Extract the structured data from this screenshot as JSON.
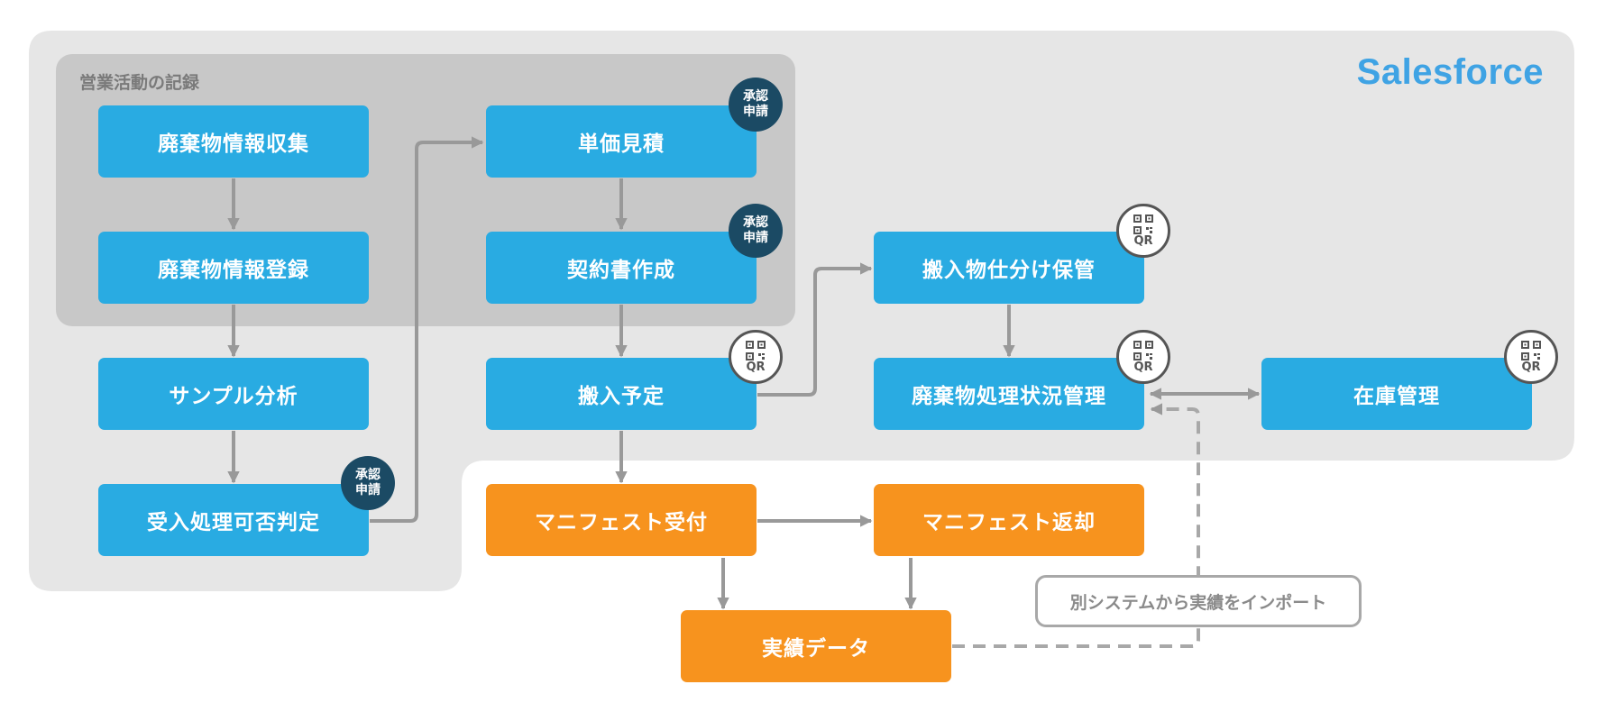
{
  "brand": "Salesforce",
  "group_label": "営業活動の記録",
  "colors": {
    "blue_node": "#29abe2",
    "orange_node": "#f7931e",
    "brand_text": "#3fa3e4",
    "approval_badge": "#1b4a64",
    "connector": "#999999"
  },
  "nodes": {
    "waste_info_collect": "廃棄物情報収集",
    "waste_info_register": "廃棄物情報登録",
    "sample_analysis": "サンプル分析",
    "acceptance_decision": "受入処理可否判定",
    "unit_price_estimate": "単価見積",
    "contract_creation": "契約書作成",
    "delivery_schedule": "搬入予定",
    "delivery_sort_storage": "搬入物仕分け保管",
    "waste_status_mgmt": "廃棄物処理状況管理",
    "inventory_mgmt": "在庫管理",
    "manifest_receipt": "マニフェスト受付",
    "manifest_return": "マニフェスト返却",
    "actual_data": "実績データ"
  },
  "badges": {
    "approval_line1": "承認",
    "approval_line2": "申請",
    "qr": "QR"
  },
  "note": "別システムから実績をインポート"
}
